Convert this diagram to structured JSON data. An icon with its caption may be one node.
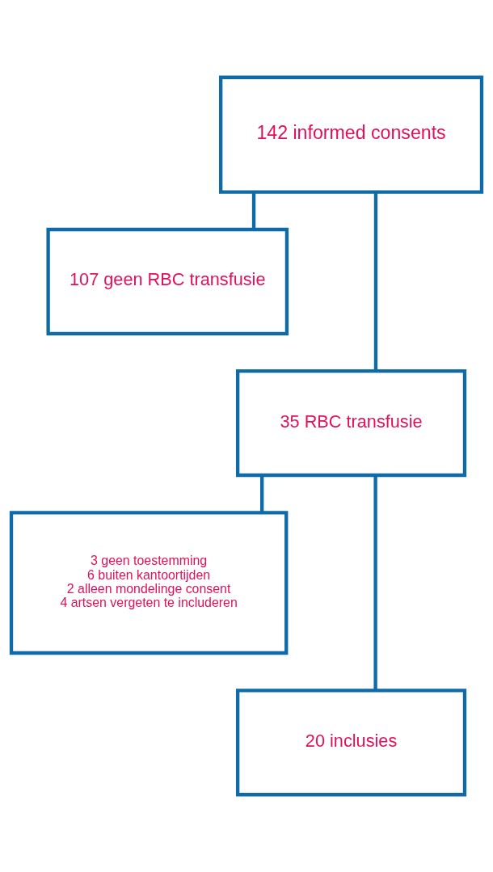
{
  "diagram": {
    "nodes": [
      {
        "text": [
          "142 informed consents"
        ]
      },
      {
        "text": [
          "107 geen RBC transfusie"
        ]
      },
      {
        "text": [
          "35 RBC transfusie"
        ]
      },
      {
        "text": [
          "3 geen toestemming",
          "6 buiten kantoortijden",
          "2 alleen mondelinge consent",
          "4 artsen vergeten te includeren"
        ]
      },
      {
        "text": [
          "20 inclusies"
        ]
      }
    ],
    "edges": [
      {
        "from": 0,
        "to": 1,
        "arrow": "none"
      },
      {
        "from": 0,
        "to": 2,
        "arrow": "none"
      },
      {
        "from": 2,
        "to": 3,
        "arrow": "none"
      },
      {
        "from": 2,
        "to": 4,
        "arrow": "none"
      }
    ]
  }
}
